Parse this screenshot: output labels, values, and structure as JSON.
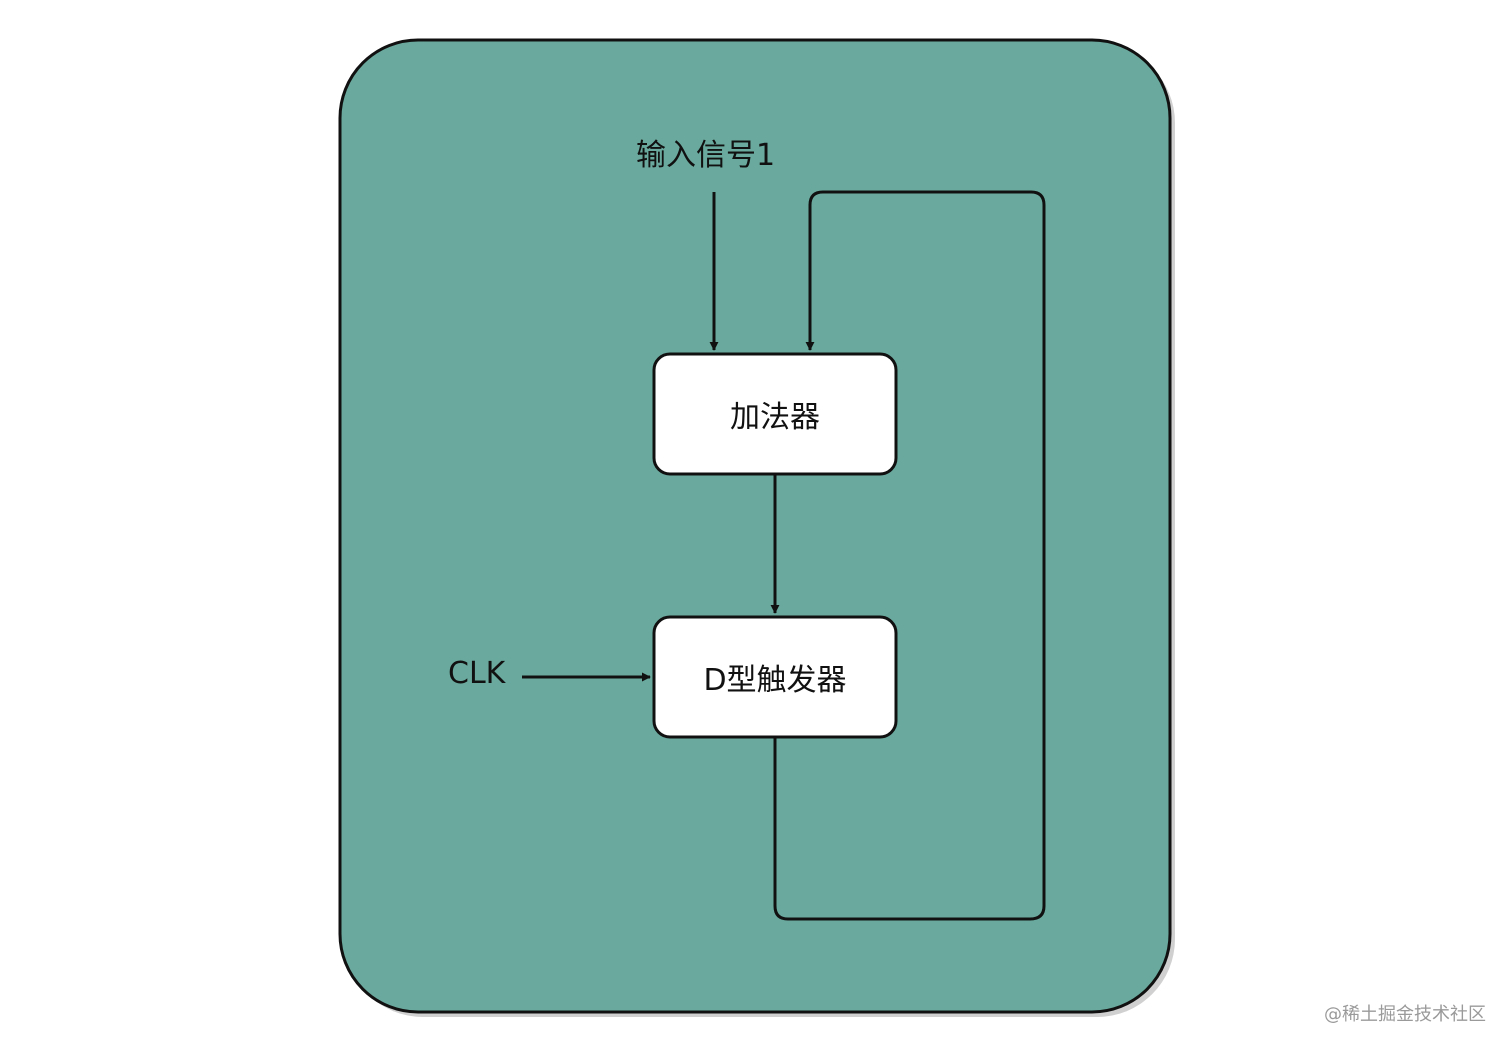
{
  "diagram": {
    "colors": {
      "container_fill": "#6aaa9e",
      "stroke": "#111111",
      "node_fill": "#ffffff"
    },
    "nodes": {
      "adder": {
        "label": "加法器"
      },
      "dff": {
        "label": "D型触发器"
      }
    },
    "inputs": {
      "signal1": {
        "label": "输入信号1"
      },
      "clk": {
        "label": "CLK"
      }
    },
    "edges": [
      {
        "from": "signal1",
        "to": "adder"
      },
      {
        "from": "adder",
        "to": "dff"
      },
      {
        "from": "clk",
        "to": "dff"
      },
      {
        "from": "dff",
        "to": "adder",
        "kind": "feedback"
      }
    ]
  },
  "watermark": "@稀土掘金技术社区"
}
